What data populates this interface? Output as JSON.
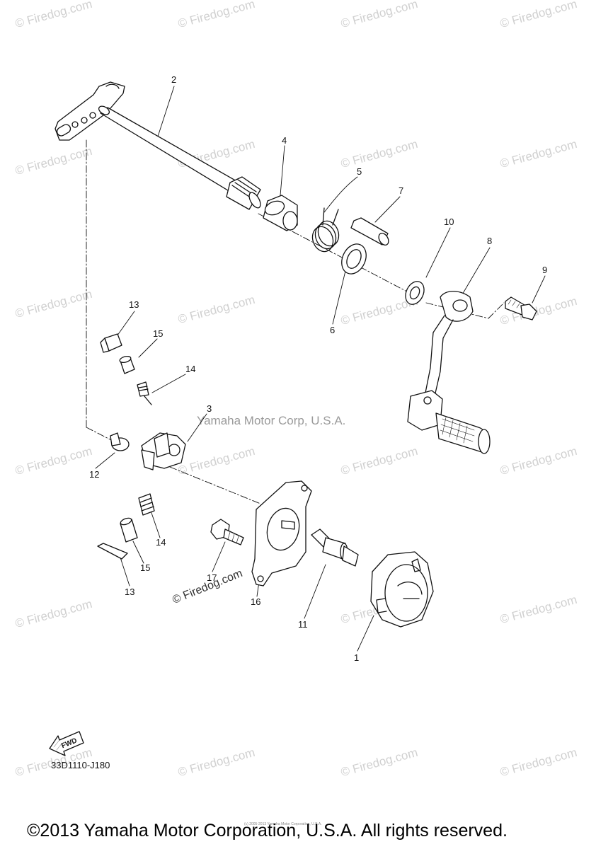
{
  "watermark": "© Firedog.com",
  "center_watermark": "Yamaha Motor Corp, U.S.A.",
  "diagram_watermark": "© Firedog.com",
  "drawing_code": "33D1110-J180",
  "fwd_label": "FWD",
  "fine_print": "(c) 2005-2013 Yamaha Motor Corporation, U.S.A.",
  "copyright": "©2013 Yamaha Motor Corporation, U.S.A. All rights reserved.",
  "callouts": [
    {
      "id": "c2",
      "label": "2"
    },
    {
      "id": "c4",
      "label": "4"
    },
    {
      "id": "c5",
      "label": "5"
    },
    {
      "id": "c7",
      "label": "7"
    },
    {
      "id": "c10",
      "label": "10"
    },
    {
      "id": "c8",
      "label": "8"
    },
    {
      "id": "c9",
      "label": "9"
    },
    {
      "id": "c6",
      "label": "6"
    },
    {
      "id": "c13a",
      "label": "13"
    },
    {
      "id": "c15a",
      "label": "15"
    },
    {
      "id": "c14a",
      "label": "14"
    },
    {
      "id": "c3",
      "label": "3"
    },
    {
      "id": "c12",
      "label": "12"
    },
    {
      "id": "c14b",
      "label": "14"
    },
    {
      "id": "c15b",
      "label": "15"
    },
    {
      "id": "c13b",
      "label": "13"
    },
    {
      "id": "c17",
      "label": "17"
    },
    {
      "id": "c16",
      "label": "16"
    },
    {
      "id": "c11",
      "label": "11"
    },
    {
      "id": "c1",
      "label": "1"
    }
  ]
}
